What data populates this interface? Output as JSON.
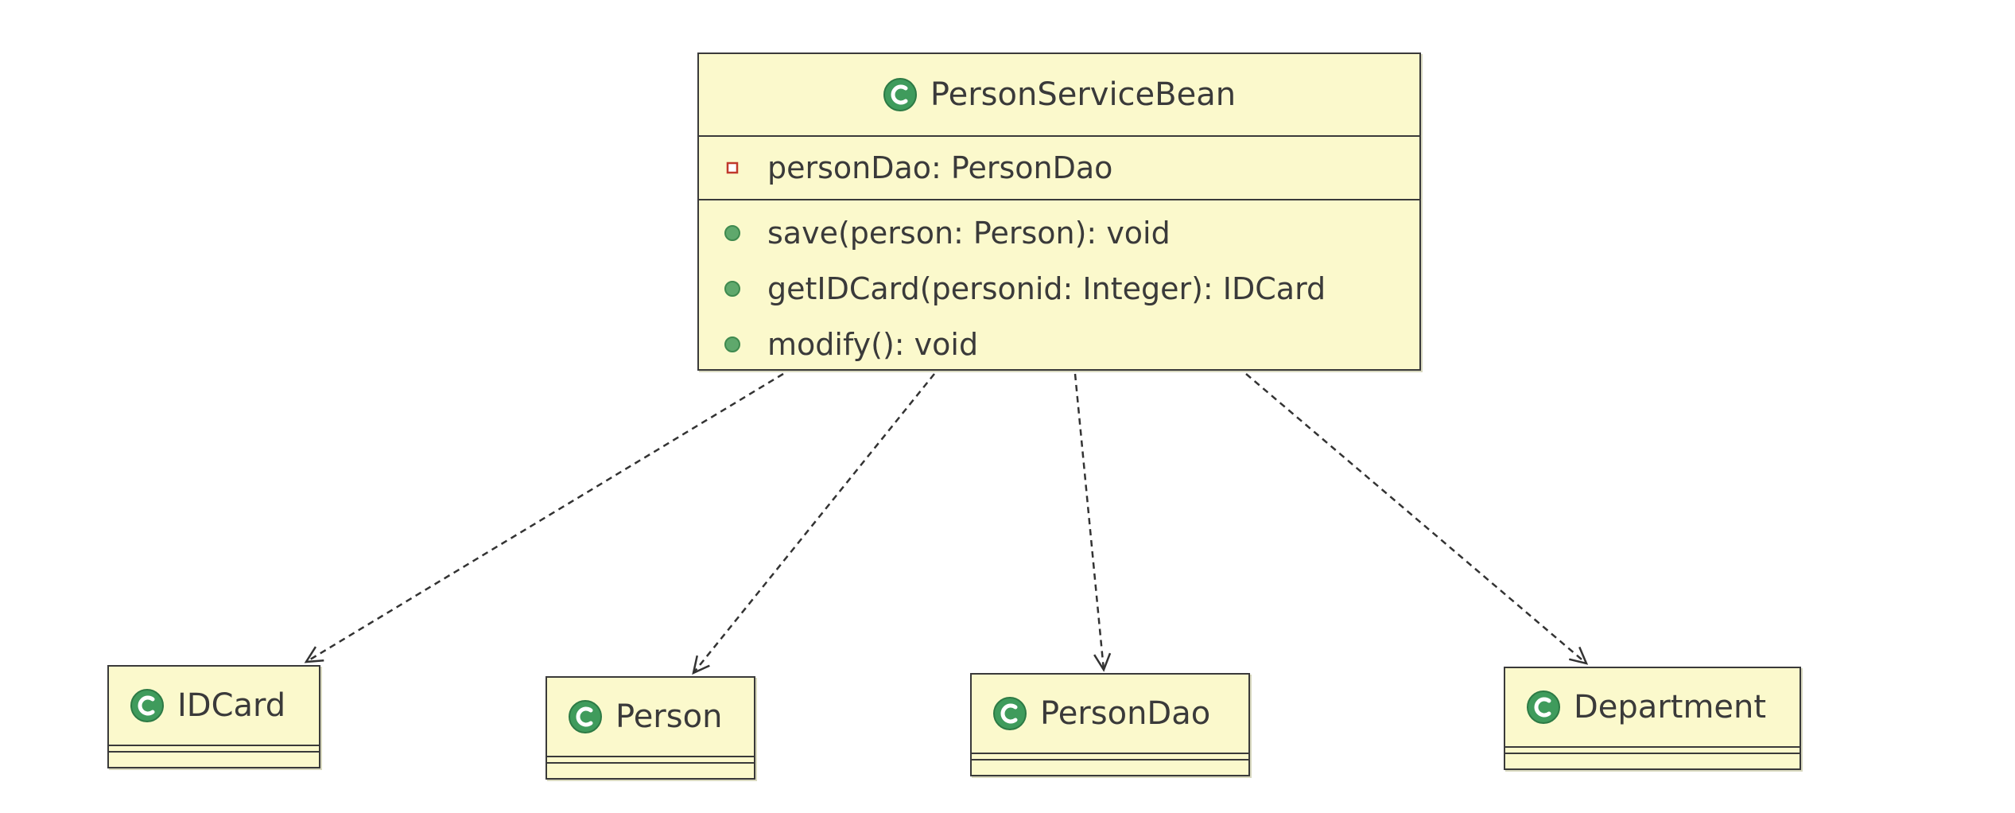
{
  "main_class": {
    "name": "PersonServiceBean",
    "fields": [
      {
        "text": "personDao: PersonDao",
        "visibility": "private"
      }
    ],
    "methods": [
      {
        "text": "save(person: Person): void",
        "visibility": "public"
      },
      {
        "text": "getIDCard(personid: Integer): IDCard",
        "visibility": "public"
      },
      {
        "text": "modify(): void",
        "visibility": "public"
      }
    ]
  },
  "dependencies": {
    "idcard": {
      "name": "IDCard"
    },
    "person": {
      "name": "Person"
    },
    "persondao": {
      "name": "PersonDao"
    },
    "department": {
      "name": "Department"
    }
  },
  "colors": {
    "class_fill": "#fbf9cc",
    "border": "#3a3a3a",
    "class_icon": "#3f9b5c",
    "public_dot": "#5fa86c",
    "private_square": "#c0392b",
    "dependency_line": "#333333"
  },
  "icons": {
    "class": "class-c-icon",
    "public_method": "public-member-icon",
    "private_field": "private-member-icon"
  }
}
